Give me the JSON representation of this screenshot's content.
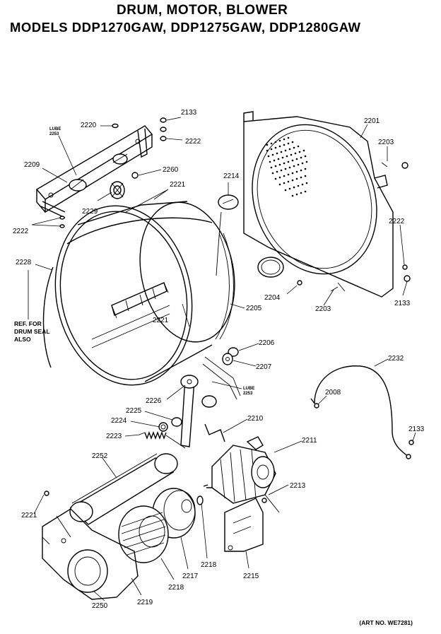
{
  "header": {
    "title_line1": "DRUM, MOTOR, BLOWER",
    "title_line2": "MODELS DDP1270GAW, DDP1275GAW, DDP1280GAW"
  },
  "footer": {
    "art_no": "(ART NO. WE7281)"
  },
  "notes": {
    "ref_line1": "REF. FOR",
    "ref_line2": "DRUM SEAL",
    "ref_line3": "ALSO",
    "lube_word": "LUBE",
    "lube_code": "2253"
  },
  "callouts": {
    "c2220": "2220",
    "c2133a": "2133",
    "c2222a": "2222",
    "c2209": "2209",
    "c2260": "2260",
    "c2229": "2229",
    "c2221a": "2221",
    "c2222b": "2222",
    "c2228": "2228",
    "c2221b": "2221",
    "c2214": "2214",
    "c2201": "2201",
    "c2203a": "2203",
    "c2222c": "2222",
    "c2204": "2204",
    "c2203b": "2203",
    "c2133b": "2133",
    "c2205": "2205",
    "c2206": "2206",
    "c2207": "2207",
    "c2226": "2226",
    "c2225": "2225",
    "c2224": "2224",
    "c2223": "2223",
    "c2210": "2210",
    "c2211": "2211",
    "c2232": "2232",
    "c2008": "2008",
    "c2133c": "2133",
    "c2252": "2252",
    "c2221c": "2221",
    "c2213": "2213",
    "c2218a": "2218",
    "c2217": "2217",
    "c2218b": "2218",
    "c2215": "2215",
    "c2219": "2219",
    "c2250": "2250"
  }
}
